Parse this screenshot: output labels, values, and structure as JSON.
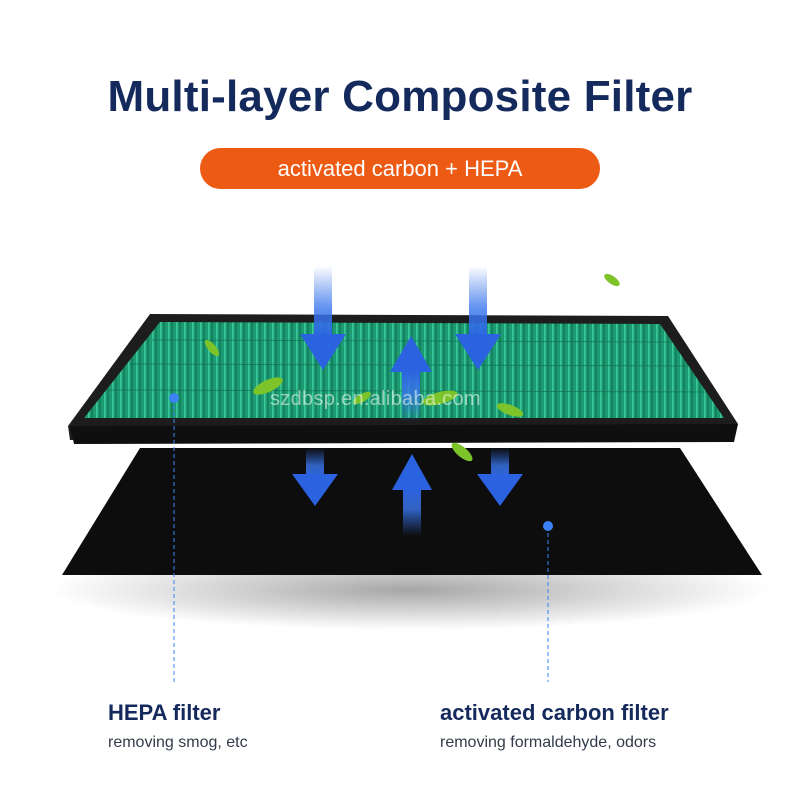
{
  "title": "Multi-layer Composite Filter",
  "subtitle": "activated carbon + HEPA",
  "watermark": "szdbsp.en.alibaba.com",
  "labels": {
    "hepa": {
      "title": "HEPA filter",
      "description": "removing smog, etc"
    },
    "carbon": {
      "title": "activated carbon filter",
      "description": "removing formaldehyde, odors"
    }
  },
  "colors": {
    "title": "#152a5c",
    "accent": "#ec5a14",
    "hepa_mesh": "#1fa57a",
    "frame": "#1a1a1a",
    "carbon_sheet": "#0d0d0d",
    "arrow": "#2f6be6"
  },
  "icons": [
    "down-arrow-icon",
    "up-arrow-icon",
    "leaf-icon"
  ]
}
